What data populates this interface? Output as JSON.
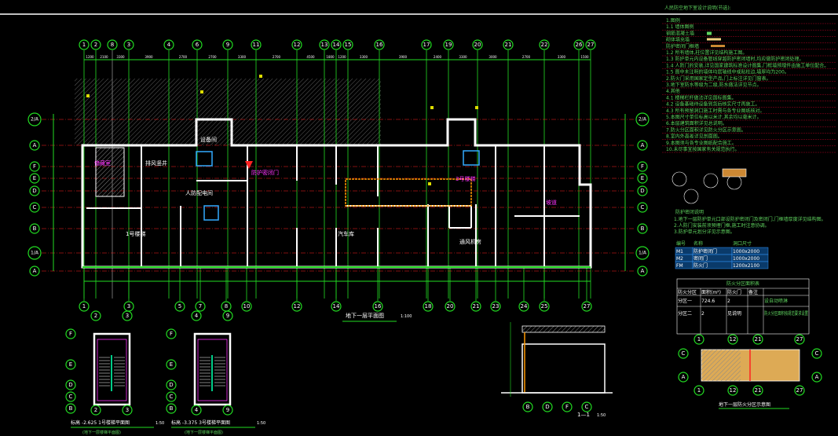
{
  "drawing": {
    "main_title": "地下一层平面图",
    "main_scale": "1:100",
    "stair1_title": "标高 -2.625  1号楼梯平面图",
    "stair1_scale": "1:50",
    "stair1_note": "(地下一层楼梯平面图)",
    "stair2_title": "标高 -3.375  3号楼梯平面图",
    "stair2_scale": "1:50",
    "stair2_note": "(地下一层楼梯平面图)",
    "section_title": "1—1",
    "section_scale": "1:50",
    "keyplan_title": "地下一层防火分区示意图",
    "top_axes": [
      "1",
      "2",
      "8",
      "3",
      "4",
      "6",
      "9",
      "11",
      "12",
      "13",
      "14",
      "15",
      "16",
      "17",
      "19",
      "20",
      "21",
      "22",
      "26",
      "27"
    ],
    "bottom_axes": [
      "1",
      "3",
      "5",
      "7",
      "8",
      "10",
      "12",
      "14",
      "16",
      "18",
      "20",
      "21",
      "23",
      "24",
      "25",
      "27"
    ],
    "side_axes": [
      "2/A",
      "A",
      "F",
      "E",
      "D",
      "C",
      "B",
      "1/A",
      "A"
    ],
    "dims_top": [
      "1200",
      "2100",
      "3300",
      "3900",
      "2700",
      "2700",
      "3300",
      "2700",
      "4500",
      "1800",
      "1200",
      "3300",
      "3900",
      "2400",
      "3300",
      "3000",
      "2700",
      "3300",
      "1500"
    ],
    "notes_title": "人民防空地下室设计说明(节选):",
    "notes": [
      "1.图例",
      "1.1 墙体图例",
      "钢筋混凝土墙",
      "砌体填充墙",
      "防护密闭门框墙",
      "1.2 所有墙体,柱位置详见结构施工图。",
      "1.3 防护单元内设备管线穿越防护密闭墙时,均应做防护密闭处理。",
      "1.4 人防门的安装,详见国家建筑标准设计图集,门框墙预埋件由施工单位配合。",
      "1.5 图中未注明的墙体均居轴线中或贴柱边,墙厚均为200。",
      "2.防火门采用国家定型产品,门上标注详见门窗表。",
      "3.地下室防水等级为二级,防水做法详见节点。",
      "4.其他",
      "4.1 楼梯栏杆做法详见国标图集。",
      "4.2 设备基础待设备到货后核实尺寸再施工。",
      "4.3 所有预留洞口施工时需与各专业图纸核对。",
      "5.本图尺寸单位标高以米计,其余均以毫米计。",
      "6.本层建筑面积详见总说明。",
      "7.防火分区面积详见防火分区示意图。",
      "8.室内外高差详见剖面图。",
      "9.本图须与各专业图纸配合施工。",
      "10.未尽事宜按国家有关规范执行。"
    ],
    "notes2_title": "防护密闭说明",
    "notes2": [
      "1.地下一层防护单元口部设防护密闭门及密闭门,门框墙厚度详见结构图。",
      "2.人防门安装前须预埋门框,施工时注意协调。",
      "3.防护单元划分详见示意图。"
    ],
    "door_table": {
      "headers": [
        "编号",
        "名称",
        "洞口尺寸"
      ],
      "rows": [
        [
          "M1",
          "防护密闭门",
          "1000x2000"
        ],
        [
          "M2",
          "密闭门",
          "1000x2000"
        ],
        [
          "FM",
          "防火门",
          "1200x2100"
        ]
      ]
    },
    "area_table": {
      "title": "防火分区面积表",
      "headers": [
        "防火分区",
        "面积(m²)",
        "防火门",
        "备注"
      ],
      "rows": [
        [
          "分区一",
          "724.6",
          "2",
          "设自动喷淋"
        ],
        [
          "分区二",
          "2",
          "见说明",
          "防火分区面积按规范要求设置"
        ]
      ]
    },
    "room_labels": [
      "储藏室",
      "设备间",
      "人防配电间",
      "防护密闭门",
      "汽车库",
      "1号楼梯",
      "3号楼梯",
      "排风竖井",
      "通风机房",
      "坡道"
    ],
    "colors": {
      "axis": "#22dd22",
      "wall": "#ffffff",
      "hatch": "#888888",
      "red": "#ff2222",
      "orange": "#ff9900",
      "magenta": "#ff33ff",
      "cyan": "#33aaff"
    }
  }
}
